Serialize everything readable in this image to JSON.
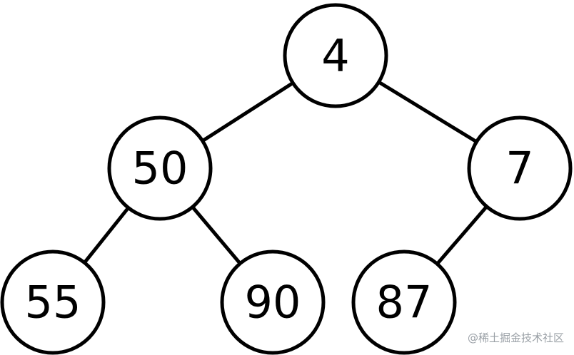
{
  "tree": {
    "nodes": [
      {
        "id": "n-root",
        "label": "4"
      },
      {
        "id": "n-left",
        "label": "50"
      },
      {
        "id": "n-right",
        "label": "7"
      },
      {
        "id": "n-left-left",
        "label": "55"
      },
      {
        "id": "n-left-right",
        "label": "90"
      },
      {
        "id": "n-right-left",
        "label": "87"
      }
    ],
    "edges": [
      {
        "from": "n-root",
        "to": "n-left"
      },
      {
        "from": "n-root",
        "to": "n-right"
      },
      {
        "from": "n-left",
        "to": "n-left-left"
      },
      {
        "from": "n-left",
        "to": "n-left-right"
      },
      {
        "from": "n-right",
        "to": "n-right-left"
      }
    ]
  },
  "watermark": "@稀土掘金技术社区",
  "colors": {
    "stroke": "#000000",
    "fill": "#ffffff",
    "watermark": "#9aa0a6"
  }
}
